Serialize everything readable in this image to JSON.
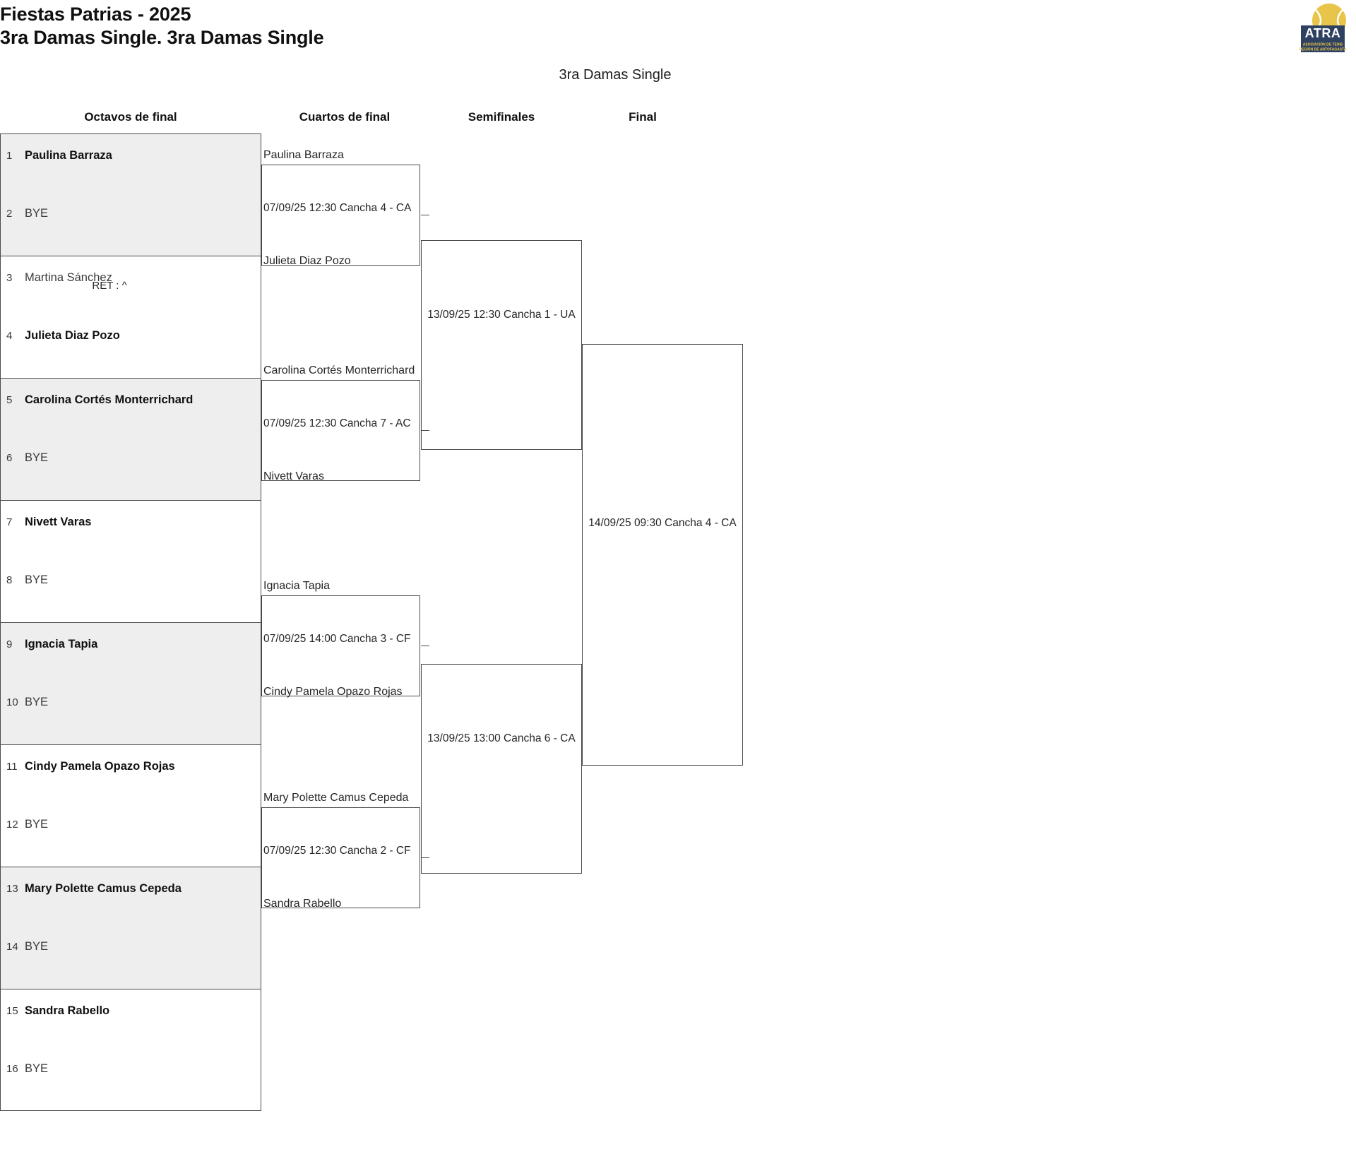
{
  "header": {
    "tournament": "Fiestas Patrias - 2025",
    "category_line": "3ra Damas Single. 3ra Damas Single",
    "draw_title": "3ra Damas Single",
    "logo": {
      "acronym": "ATRA",
      "line1": "ASOCIACIÓN DE TENIS",
      "line2": "REGIÓN DE ANTOFAGASTA"
    }
  },
  "rounds": [
    {
      "name": "Octavos de final"
    },
    {
      "name": "Cuartos de final"
    },
    {
      "name": "Semifinales"
    },
    {
      "name": "Final"
    }
  ],
  "round1": {
    "blocks": [
      {
        "top": {
          "seed": "1",
          "name": "Paulina Barraza"
        },
        "bottom": {
          "seed": "2",
          "name": "BYE"
        }
      },
      {
        "top": {
          "seed": "3",
          "name": "Martina Sánchez"
        },
        "bottom": {
          "seed": "4",
          "name": "Julieta Diaz Pozo"
        }
      },
      {
        "top": {
          "seed": "5",
          "name": "Carolina Cortés Monterrichard"
        },
        "bottom": {
          "seed": "6",
          "name": "BYE"
        }
      },
      {
        "top": {
          "seed": "7",
          "name": "Nivett Varas"
        },
        "bottom": {
          "seed": "8",
          "name": "BYE"
        }
      },
      {
        "top": {
          "seed": "9",
          "name": "Ignacia Tapia"
        },
        "bottom": {
          "seed": "10",
          "name": "BYE"
        }
      },
      {
        "top": {
          "seed": "11",
          "name": "Cindy Pamela Opazo Rojas"
        },
        "bottom": {
          "seed": "12",
          "name": "BYE"
        }
      },
      {
        "top": {
          "seed": "13",
          "name": "Mary Polette Camus Cepeda"
        },
        "bottom": {
          "seed": "14",
          "name": "BYE"
        }
      },
      {
        "top": {
          "seed": "15",
          "name": "Sandra Rabello"
        },
        "bottom": {
          "seed": "16",
          "name": "BYE"
        }
      }
    ],
    "annotation": "RET : ^"
  },
  "round2": {
    "matches": [
      {
        "top": "Paulina Barraza",
        "bottom": "Julieta Diaz Pozo",
        "info": "07/09/25 12:30 Cancha 4 - CA"
      },
      {
        "top": "Carolina Cortés Monterrichard",
        "bottom": "Nivett Varas",
        "info": "07/09/25 12:30 Cancha 7 - AC"
      },
      {
        "top": "Ignacia Tapia",
        "bottom": "Cindy Pamela Opazo Rojas",
        "info": "07/09/25 14:00 Cancha 3 - CF"
      },
      {
        "top": "Mary Polette Camus Cepeda",
        "bottom": "Sandra Rabello",
        "info": "07/09/25 12:30 Cancha 2 - CF"
      }
    ]
  },
  "round3": {
    "matches": [
      {
        "info": "13/09/25 12:30 Cancha 1 - UA"
      },
      {
        "info": "13/09/25 13:00 Cancha 6 - CA"
      }
    ]
  },
  "round4": {
    "matches": [
      {
        "info": "14/09/25 09:30 Cancha 4 - CA"
      }
    ]
  },
  "colors": {
    "shaded_row": "#eeeeee",
    "border": "#4a4a4a",
    "text": "#1c1c1c",
    "logo_navy": "#2f4160",
    "logo_ball": "#e8c44a"
  }
}
